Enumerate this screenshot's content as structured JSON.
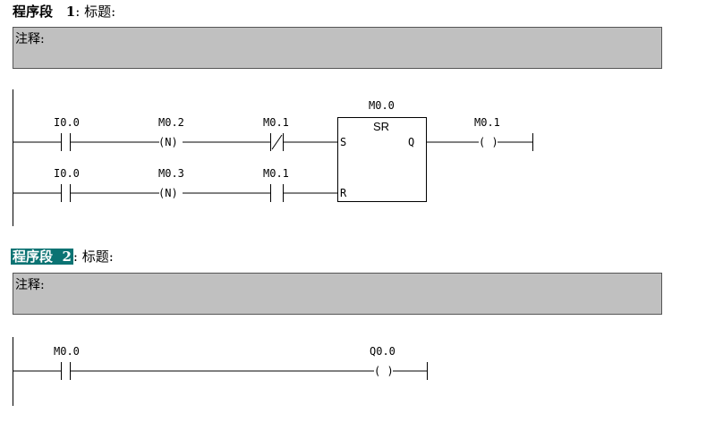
{
  "network1": {
    "label": "程序段",
    "number": "1",
    "sep": ":",
    "title_label": "标题:",
    "comment_label": "注释:",
    "rung1": {
      "contact1": "I0.0",
      "coil_n": "M0.2",
      "n_symbol": "(N)",
      "contact2": "M0.1"
    },
    "rung2": {
      "contact1": "I0.0",
      "coil_n": "M0.3",
      "n_symbol": "(N)",
      "contact2": "M0.1"
    },
    "sr_block": {
      "address": "M0.0",
      "name": "SR",
      "set_pin": "S",
      "reset_pin": "R",
      "out_pin": "Q"
    },
    "out_coil": {
      "address": "M0.1",
      "symbol": "( )"
    }
  },
  "network2": {
    "label": "程序段",
    "number": "2",
    "sep": ":",
    "title_label": "标题:",
    "comment_label": "注释:",
    "contact1": "M0.0",
    "out_coil": {
      "address": "Q0.0",
      "symbol": "( )"
    }
  },
  "colors": {
    "selection": "#0b7373",
    "comment_bg": "#c0c0c0"
  }
}
